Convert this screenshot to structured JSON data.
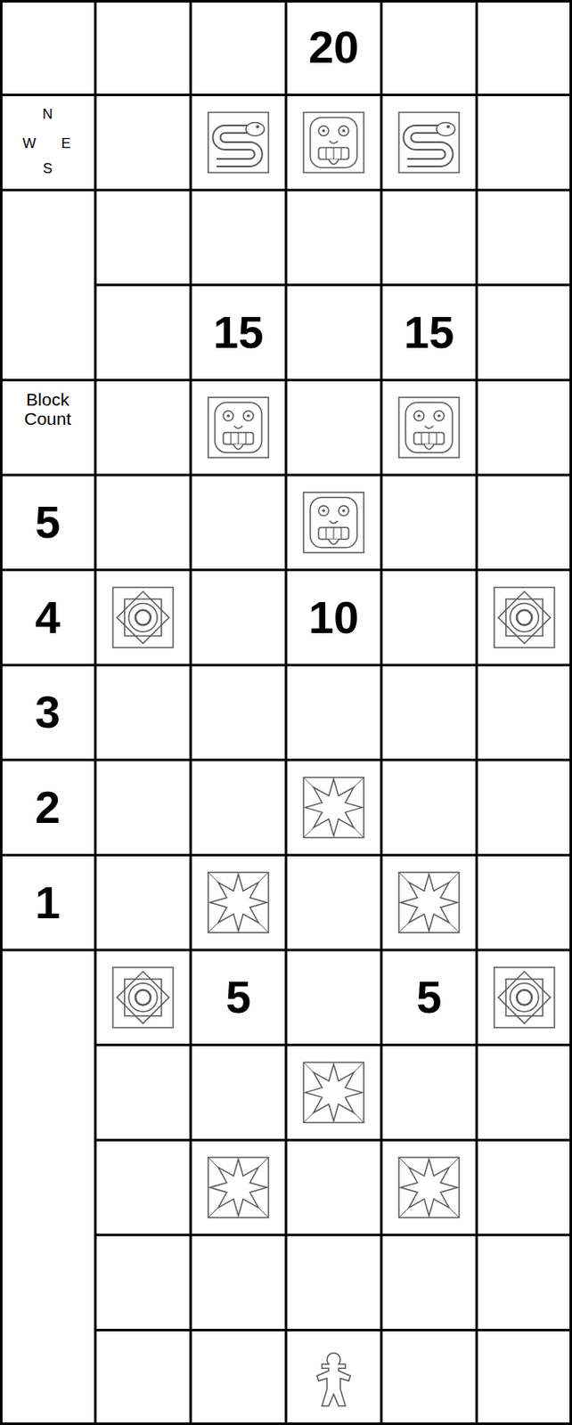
{
  "diagram": {
    "labels": [
      "20",
      "N",
      "W",
      "E",
      "S",
      "15",
      "15",
      "Block Count",
      "5",
      "4",
      "10",
      "3",
      "2",
      "1",
      "5",
      "5"
    ]
  }
}
